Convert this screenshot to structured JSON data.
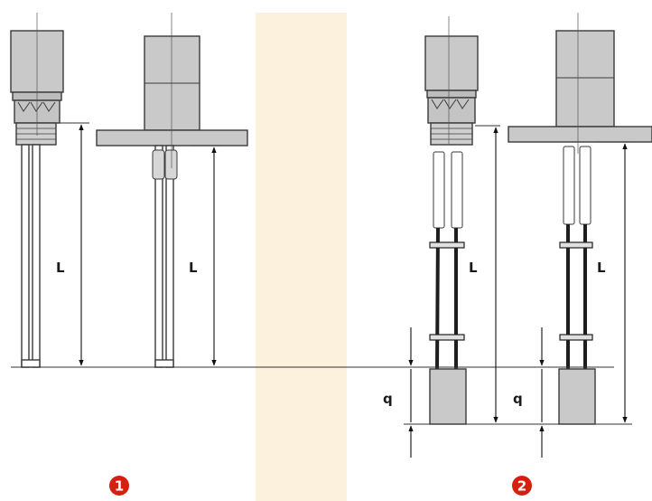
{
  "labels": {
    "length": "L",
    "tip": "q"
  },
  "badges": {
    "variant_1": "1",
    "variant_2": "2"
  },
  "colors": {
    "housing": "#c9c9c9",
    "outline": "#3a3a3a",
    "rod_dark": "#1e1e1e",
    "band": "#fbf1dd",
    "badge": "#d6200f"
  }
}
